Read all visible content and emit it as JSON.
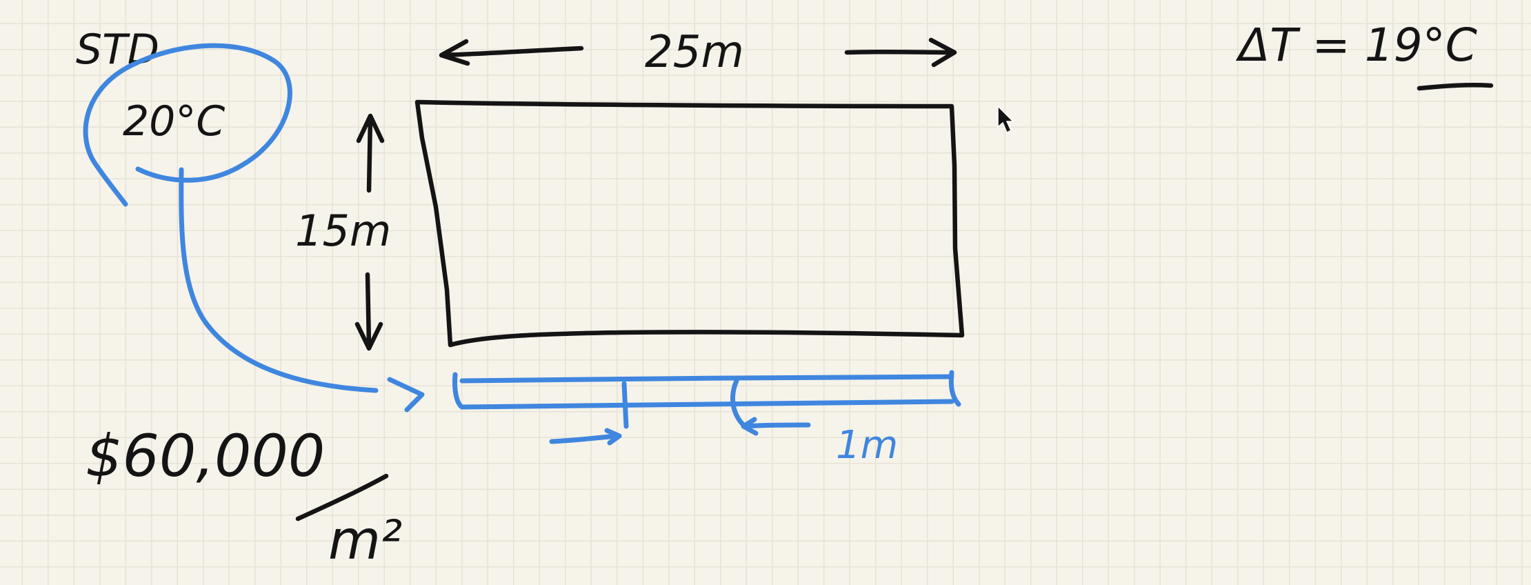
{
  "title_label": "STD",
  "temp_label": "20°C",
  "length_label": "25m",
  "height_label": "15m",
  "delta_t_label": "ΔT = 19°C",
  "cost_amount": "$60,000",
  "cost_unit": "m²",
  "segment_label": "1m",
  "colors": {
    "ink_black": "#141414",
    "ink_blue": "#3f86df",
    "paper": "#f6f3ea",
    "grid": "#e6e2d6"
  },
  "icons": [
    "mouse-cursor-icon"
  ]
}
